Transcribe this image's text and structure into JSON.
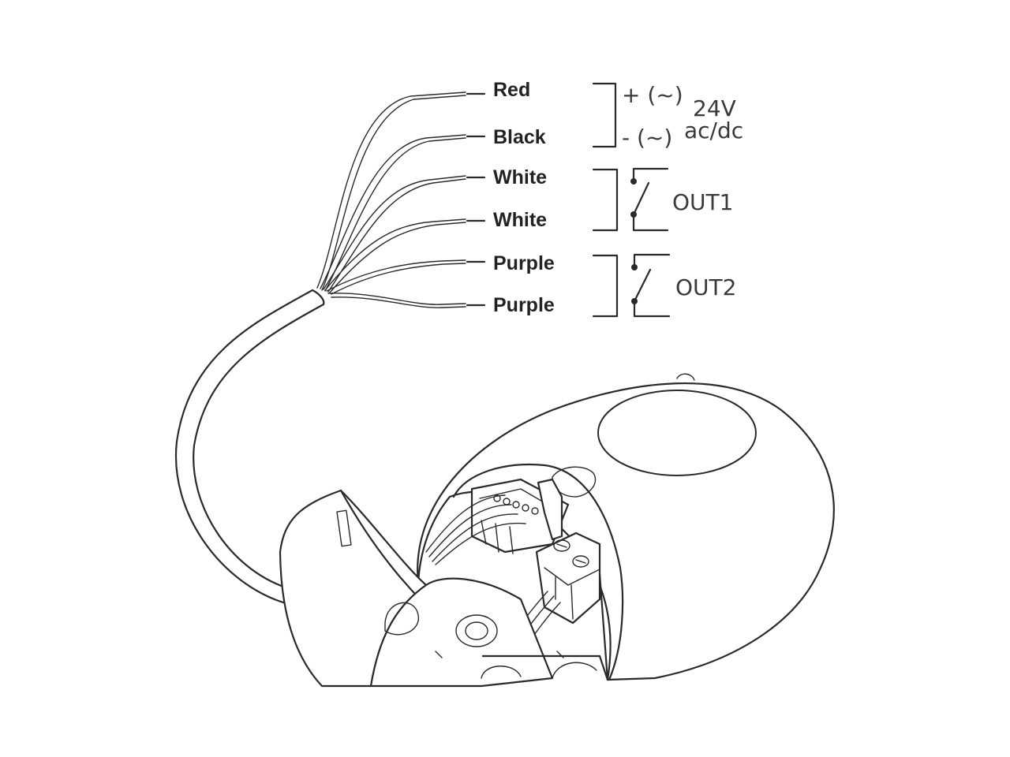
{
  "wires": [
    {
      "label": "Red"
    },
    {
      "label": "Black"
    },
    {
      "label": "White"
    },
    {
      "label": "White"
    },
    {
      "label": "Purple"
    },
    {
      "label": "Purple"
    }
  ],
  "power": {
    "plus": "+ (~)",
    "minus": "-  (~)",
    "voltage": "24V",
    "type": "ac/dc"
  },
  "outputs": [
    {
      "label": "OUT1"
    },
    {
      "label": "OUT2"
    }
  ],
  "colors": {
    "line": "#2a2a2a",
    "text": "#222222",
    "background": "#ffffff"
  }
}
